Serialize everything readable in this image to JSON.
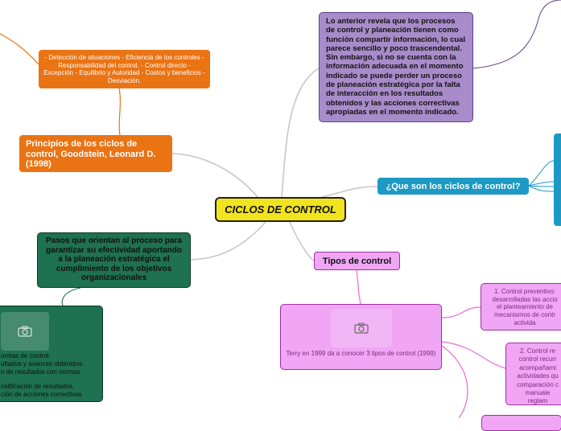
{
  "center": {
    "title": "CICLOS DE CONTROL"
  },
  "purple_node": {
    "text": "Lo anterior revela que los procesos de control y planeación tienen como función compartir información, lo cual parece sencillo y poco trascendental. Sin embargo, si no se cuenta con la información adecuada en el momento indicado se puede perder un proceso de planeación estratégica por la falta de interacción en los resultados obtenidos y las acciones correctivas apropiadas en el momento indicado."
  },
  "blue_node": {
    "title": "¿Que son los ciclos de control?"
  },
  "orange_main": {
    "title": "Principios de los ciclos de control, Goodstein, Leonard D. (1998)"
  },
  "orange_sub": {
    "text": "- Detección de situaciones - Eficiencia de los controles - Responsabilidad del control. - Control directo - Excepción - Equilibrio y Autoridad - Costos y beneficios - Desviación."
  },
  "green_main": {
    "title": "Pasos que orientan al proceso para garantizar su efectividad aportando a la planeación estratégica el cumplimiento de los objetivos organizacionales"
  },
  "green_box": {
    "lines": [
      "ormas de control.",
      "ultados y avances obtenidos.",
      "n de resultados con normas",
      "calificación de resultados.",
      "ción de acciones correctivas"
    ],
    "icon": "camera-icon"
  },
  "pink_label": {
    "title": "Tipos de control"
  },
  "pink_big": {
    "text": "Terry en 1999 da a conocer 3 tipos de control (1999)",
    "icon": "camera-icon"
  },
  "pink_1": {
    "lines": [
      "1. Control preventivo:",
      "desarrolladas las accio",
      "el planteamiento de",
      "mecanismos de contr",
      "activida"
    ]
  },
  "pink_2": {
    "lines": [
      "2. Control re",
      "control recurr",
      "acompañami",
      "actividades qu",
      "comparación c",
      "manuale",
      "reglam"
    ]
  },
  "colors": {
    "center": "#f1e41e",
    "purple": "#a88bc9",
    "blue": "#1c9ac4",
    "orange": "#ea7313",
    "green": "#1e7151",
    "pink": "#f0a6f5"
  }
}
